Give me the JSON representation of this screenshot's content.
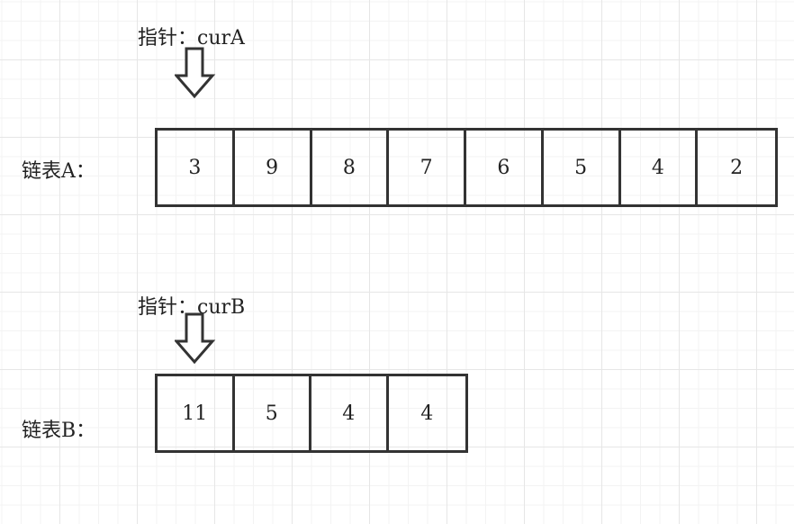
{
  "pointers": {
    "a": {
      "label": "指针：curA"
    },
    "b": {
      "label": "指针：curB"
    }
  },
  "lists": {
    "a": {
      "label": "链表A：",
      "values": [
        "3",
        "9",
        "8",
        "7",
        "6",
        "5",
        "4",
        "2"
      ]
    },
    "b": {
      "label": "链表B：",
      "values": [
        "11",
        "5",
        "4",
        "4"
      ]
    }
  },
  "colors": {
    "stroke": "#333333",
    "grid": "#e6e6e6"
  },
  "icons": {
    "pointer": "down-arrow-icon"
  }
}
